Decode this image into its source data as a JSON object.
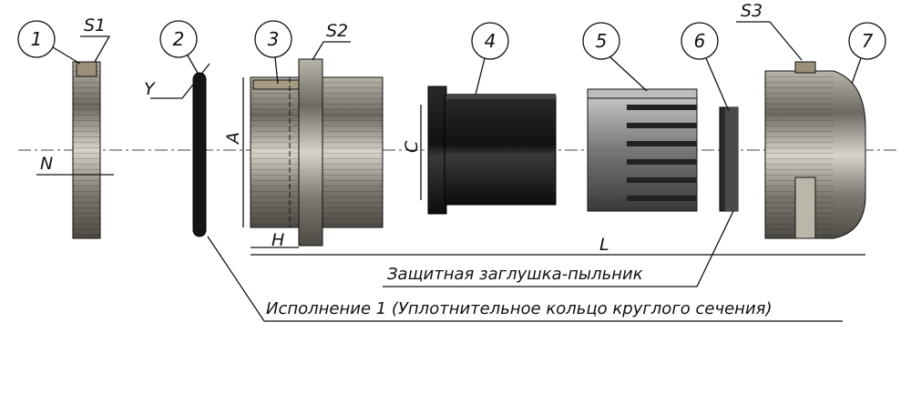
{
  "callouts": [
    "1",
    "2",
    "3",
    "4",
    "5",
    "6",
    "7"
  ],
  "dimensions": {
    "s1": "S1",
    "s2": "S2",
    "s3": "S3",
    "y": "Y",
    "a": "A",
    "c": "C",
    "n": "N",
    "h": "H",
    "l": "L"
  },
  "captions": {
    "plug": "Защитная заглушка-пыльник",
    "version": "Исполнение 1 (Уплотнительное кольцо круглого сечения)"
  },
  "colors": {
    "metal": "#8f8a80",
    "metal_light": "#c9c5bb",
    "rubber": "#1c1c1c",
    "line": "#111111"
  }
}
